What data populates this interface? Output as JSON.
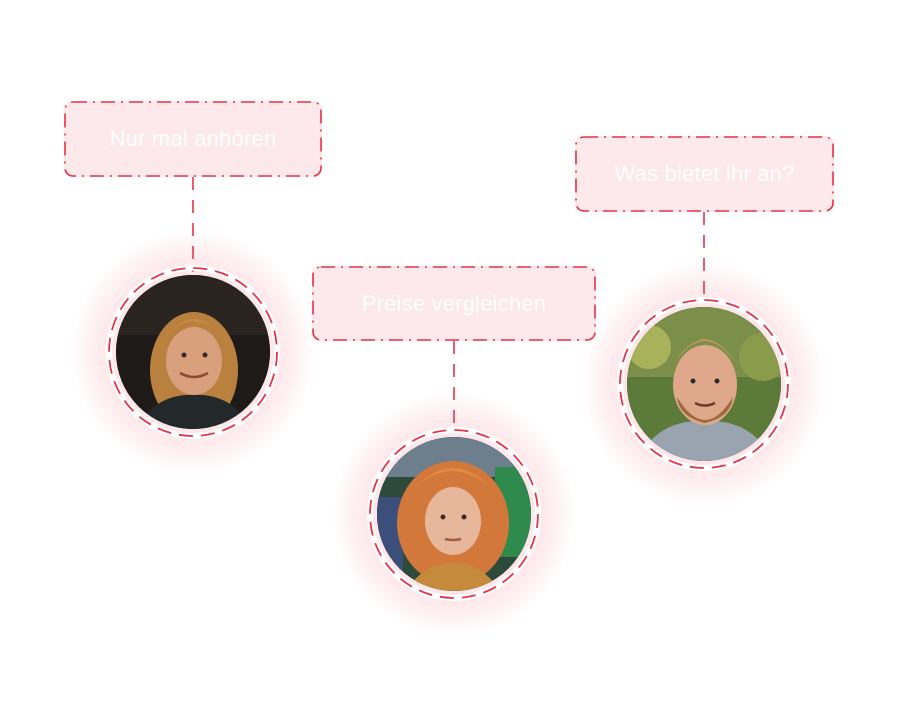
{
  "accent_color": "#e8324a",
  "bubble_fill": "#fde9ec",
  "nodes": [
    {
      "label": "Nur mal anhören",
      "photo": "woman-smiling-dark-background"
    },
    {
      "label": "Preise vergleichen",
      "photo": "woman-curly-red-hair"
    },
    {
      "label": "Was bietet ihr an?",
      "photo": "man-beard-green-background"
    }
  ]
}
